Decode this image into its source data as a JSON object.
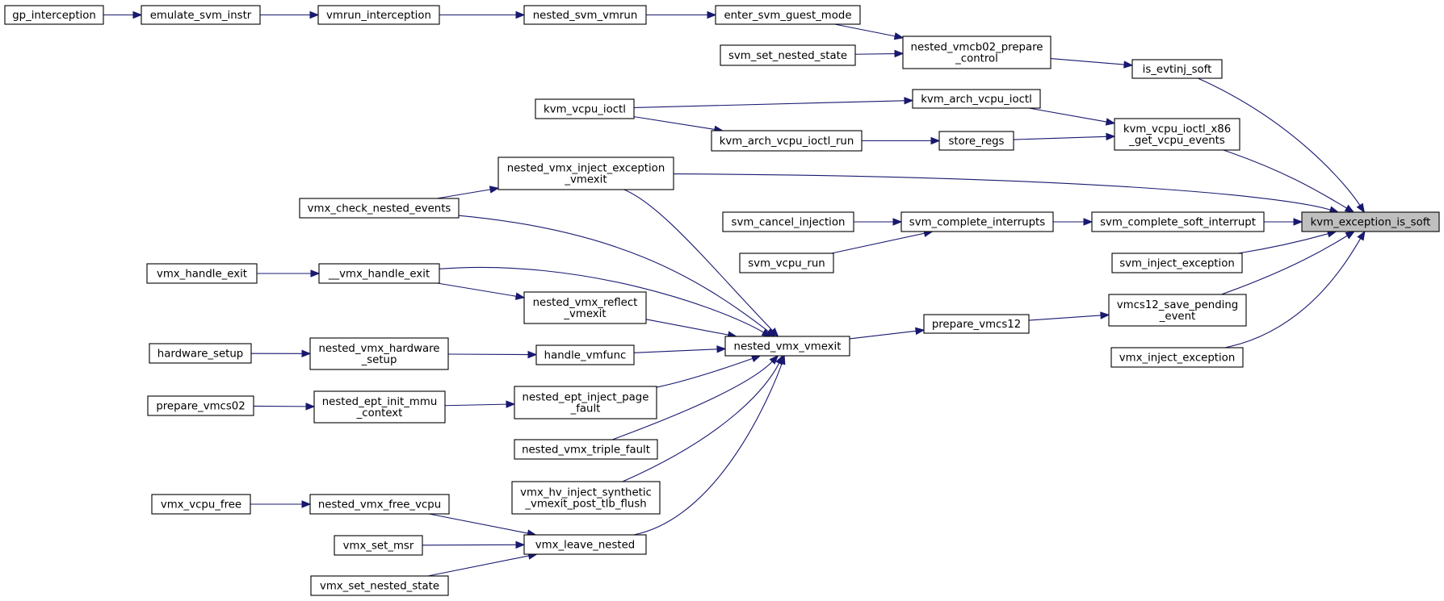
{
  "diagram": {
    "type": "call-graph",
    "edge_color": "#191970",
    "root_fill": "#bfbfbf",
    "nodes": [
      {
        "id": "gp_interception",
        "lines": [
          "gp_interception"
        ]
      },
      {
        "id": "emulate_svm_instr",
        "lines": [
          "emulate_svm_instr"
        ]
      },
      {
        "id": "vmrun_interception",
        "lines": [
          "vmrun_interception"
        ]
      },
      {
        "id": "nested_svm_vmrun",
        "lines": [
          "nested_svm_vmrun"
        ]
      },
      {
        "id": "enter_svm_guest_mode",
        "lines": [
          "enter_svm_guest_mode"
        ]
      },
      {
        "id": "svm_set_nested_state",
        "lines": [
          "svm_set_nested_state"
        ]
      },
      {
        "id": "nested_vmcb02_prepare_control",
        "lines": [
          "nested_vmcb02_prepare",
          "_control"
        ]
      },
      {
        "id": "is_evtinj_soft",
        "lines": [
          "is_evtinj_soft"
        ]
      },
      {
        "id": "kvm_vcpu_ioctl",
        "lines": [
          "kvm_vcpu_ioctl"
        ]
      },
      {
        "id": "kvm_arch_vcpu_ioctl",
        "lines": [
          "kvm_arch_vcpu_ioctl"
        ]
      },
      {
        "id": "kvm_arch_vcpu_ioctl_run",
        "lines": [
          "kvm_arch_vcpu_ioctl_run"
        ]
      },
      {
        "id": "store_regs",
        "lines": [
          "store_regs"
        ]
      },
      {
        "id": "kvm_vcpu_ioctl_x86_get_vcpu_events",
        "lines": [
          "kvm_vcpu_ioctl_x86",
          "_get_vcpu_events"
        ]
      },
      {
        "id": "nested_vmx_inject_exception_vmexit",
        "lines": [
          "nested_vmx_inject_exception",
          "_vmexit"
        ]
      },
      {
        "id": "vmx_check_nested_events",
        "lines": [
          "vmx_check_nested_events"
        ]
      },
      {
        "id": "svm_cancel_injection",
        "lines": [
          "svm_cancel_injection"
        ]
      },
      {
        "id": "svm_complete_interrupts",
        "lines": [
          "svm_complete_interrupts"
        ]
      },
      {
        "id": "svm_complete_soft_interrupt",
        "lines": [
          "svm_complete_soft_interrupt"
        ]
      },
      {
        "id": "kvm_exception_is_soft",
        "lines": [
          "kvm_exception_is_soft"
        ],
        "root": true
      },
      {
        "id": "svm_vcpu_run",
        "lines": [
          "svm_vcpu_run"
        ]
      },
      {
        "id": "svm_inject_exception",
        "lines": [
          "svm_inject_exception"
        ]
      },
      {
        "id": "vmx_handle_exit",
        "lines": [
          "vmx_handle_exit"
        ]
      },
      {
        "id": "__vmx_handle_exit",
        "lines": [
          "__vmx_handle_exit"
        ]
      },
      {
        "id": "nested_vmx_reflect_vmexit",
        "lines": [
          "nested_vmx_reflect",
          "_vmexit"
        ]
      },
      {
        "id": "vmcs12_save_pending_event",
        "lines": [
          "vmcs12_save_pending",
          "_event"
        ]
      },
      {
        "id": "prepare_vmcs12",
        "lines": [
          "prepare_vmcs12"
        ]
      },
      {
        "id": "nested_vmx_vmexit",
        "lines": [
          "nested_vmx_vmexit"
        ]
      },
      {
        "id": "hardware_setup",
        "lines": [
          "hardware_setup"
        ]
      },
      {
        "id": "nested_vmx_hardware_setup",
        "lines": [
          "nested_vmx_hardware",
          "_setup"
        ]
      },
      {
        "id": "handle_vmfunc",
        "lines": [
          "handle_vmfunc"
        ]
      },
      {
        "id": "vmx_inject_exception",
        "lines": [
          "vmx_inject_exception"
        ]
      },
      {
        "id": "prepare_vmcs02",
        "lines": [
          "prepare_vmcs02"
        ]
      },
      {
        "id": "nested_ept_init_mmu_context",
        "lines": [
          "nested_ept_init_mmu",
          "_context"
        ]
      },
      {
        "id": "nested_ept_inject_page_fault",
        "lines": [
          "nested_ept_inject_page",
          "_fault"
        ]
      },
      {
        "id": "nested_vmx_triple_fault",
        "lines": [
          "nested_vmx_triple_fault"
        ]
      },
      {
        "id": "vmx_hv_inject_synthetic_vmexit_post_tlb_flush",
        "lines": [
          "vmx_hv_inject_synthetic",
          "_vmexit_post_tlb_flush"
        ]
      },
      {
        "id": "vmx_vcpu_free",
        "lines": [
          "vmx_vcpu_free"
        ]
      },
      {
        "id": "nested_vmx_free_vcpu",
        "lines": [
          "nested_vmx_free_vcpu"
        ]
      },
      {
        "id": "vmx_set_msr",
        "lines": [
          "vmx_set_msr"
        ]
      },
      {
        "id": "vmx_leave_nested",
        "lines": [
          "vmx_leave_nested"
        ]
      },
      {
        "id": "vmx_set_nested_state",
        "lines": [
          "vmx_set_nested_state"
        ]
      }
    ],
    "edges": [
      {
        "from": "gp_interception",
        "to": "emulate_svm_instr"
      },
      {
        "from": "emulate_svm_instr",
        "to": "vmrun_interception"
      },
      {
        "from": "vmrun_interception",
        "to": "nested_svm_vmrun"
      },
      {
        "from": "nested_svm_vmrun",
        "to": "enter_svm_guest_mode"
      },
      {
        "from": "enter_svm_guest_mode",
        "to": "nested_vmcb02_prepare_control"
      },
      {
        "from": "svm_set_nested_state",
        "to": "nested_vmcb02_prepare_control"
      },
      {
        "from": "nested_vmcb02_prepare_control",
        "to": "is_evtinj_soft"
      },
      {
        "from": "is_evtinj_soft",
        "to": "kvm_exception_is_soft"
      },
      {
        "from": "kvm_vcpu_ioctl",
        "to": "kvm_arch_vcpu_ioctl"
      },
      {
        "from": "kvm_vcpu_ioctl",
        "to": "kvm_arch_vcpu_ioctl_run"
      },
      {
        "from": "kvm_arch_vcpu_ioctl",
        "to": "kvm_vcpu_ioctl_x86_get_vcpu_events"
      },
      {
        "from": "kvm_arch_vcpu_ioctl_run",
        "to": "store_regs"
      },
      {
        "from": "store_regs",
        "to": "kvm_vcpu_ioctl_x86_get_vcpu_events"
      },
      {
        "from": "kvm_vcpu_ioctl_x86_get_vcpu_events",
        "to": "kvm_exception_is_soft"
      },
      {
        "from": "nested_vmx_inject_exception_vmexit",
        "to": "kvm_exception_is_soft"
      },
      {
        "from": "vmx_check_nested_events",
        "to": "nested_vmx_inject_exception_vmexit"
      },
      {
        "from": "nested_vmx_inject_exception_vmexit",
        "to": "nested_vmx_vmexit"
      },
      {
        "from": "vmx_check_nested_events",
        "to": "nested_vmx_vmexit"
      },
      {
        "from": "svm_cancel_injection",
        "to": "svm_complete_interrupts"
      },
      {
        "from": "svm_vcpu_run",
        "to": "svm_complete_interrupts"
      },
      {
        "from": "svm_complete_interrupts",
        "to": "svm_complete_soft_interrupt"
      },
      {
        "from": "svm_complete_soft_interrupt",
        "to": "kvm_exception_is_soft"
      },
      {
        "from": "svm_inject_exception",
        "to": "kvm_exception_is_soft"
      },
      {
        "from": "vmcs12_save_pending_event",
        "to": "kvm_exception_is_soft"
      },
      {
        "from": "vmx_inject_exception",
        "to": "kvm_exception_is_soft"
      },
      {
        "from": "prepare_vmcs12",
        "to": "vmcs12_save_pending_event"
      },
      {
        "from": "nested_vmx_vmexit",
        "to": "prepare_vmcs12"
      },
      {
        "from": "vmx_handle_exit",
        "to": "__vmx_handle_exit"
      },
      {
        "from": "__vmx_handle_exit",
        "to": "nested_vmx_reflect_vmexit"
      },
      {
        "from": "__vmx_handle_exit",
        "to": "nested_vmx_vmexit"
      },
      {
        "from": "nested_vmx_reflect_vmexit",
        "to": "nested_vmx_vmexit"
      },
      {
        "from": "hardware_setup",
        "to": "nested_vmx_hardware_setup"
      },
      {
        "from": "nested_vmx_hardware_setup",
        "to": "handle_vmfunc"
      },
      {
        "from": "handle_vmfunc",
        "to": "nested_vmx_vmexit"
      },
      {
        "from": "prepare_vmcs02",
        "to": "nested_ept_init_mmu_context"
      },
      {
        "from": "nested_ept_init_mmu_context",
        "to": "nested_ept_inject_page_fault"
      },
      {
        "from": "nested_ept_inject_page_fault",
        "to": "nested_vmx_vmexit"
      },
      {
        "from": "nested_vmx_triple_fault",
        "to": "nested_vmx_vmexit"
      },
      {
        "from": "vmx_hv_inject_synthetic_vmexit_post_tlb_flush",
        "to": "nested_vmx_vmexit"
      },
      {
        "from": "vmx_leave_nested",
        "to": "nested_vmx_vmexit"
      },
      {
        "from": "vmx_vcpu_free",
        "to": "nested_vmx_free_vcpu"
      },
      {
        "from": "nested_vmx_free_vcpu",
        "to": "vmx_leave_nested"
      },
      {
        "from": "vmx_set_msr",
        "to": "vmx_leave_nested"
      },
      {
        "from": "vmx_set_nested_state",
        "to": "vmx_leave_nested"
      }
    ]
  }
}
